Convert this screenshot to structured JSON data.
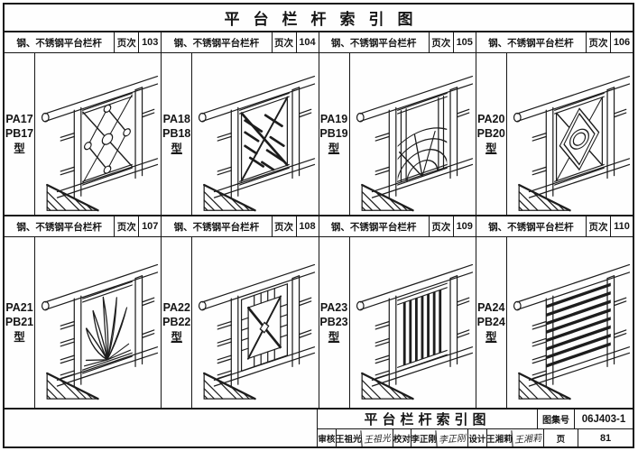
{
  "page_title": "平台栏杆索引图",
  "header_label": "钢、不锈钢平台栏杆",
  "page_no_label": "页次",
  "panels": [
    {
      "line1": "PA17",
      "line2": "PB17",
      "line3": "型",
      "page": "103",
      "pattern": "diamond-lattice-with-rings"
    },
    {
      "line1": "PA18",
      "line2": "PB18",
      "line3": "型",
      "page": "104",
      "pattern": "diagonal-slat-cross"
    },
    {
      "line1": "PA19",
      "line2": "PB19",
      "line3": "型",
      "page": "105",
      "pattern": "concentric-arcs-fan"
    },
    {
      "line1": "PA20",
      "line2": "PB20",
      "line3": "型",
      "page": "106",
      "pattern": "diamond-with-center-ring"
    },
    {
      "line1": "PA21",
      "line2": "PB21",
      "line3": "型",
      "page": "107",
      "pattern": "radiating-palm-leaves"
    },
    {
      "line1": "PA22",
      "line2": "PB22",
      "line3": "型",
      "page": "108",
      "pattern": "coffered-grid-pinwheel"
    },
    {
      "line1": "PA23",
      "line2": "PB23",
      "line3": "型",
      "page": "109",
      "pattern": "vertical-balusters"
    },
    {
      "line1": "PA24",
      "line2": "PB24",
      "line3": "型",
      "page": "110",
      "pattern": "horizontal-slats"
    }
  ],
  "title_block": {
    "title": "平台栏杆索引图",
    "atlas_label": "图集号",
    "atlas_no": "06J403-1",
    "review_label": "审核",
    "review_name": "王祖光",
    "review_sign": "王祖光",
    "proof_label": "校对",
    "proof_name": "李正刚",
    "proof_sign": "李正刚",
    "design_label": "设计",
    "design_name": "王湘莉",
    "design_sign": "王湘莉",
    "page_label": "页",
    "page_no": "81"
  }
}
